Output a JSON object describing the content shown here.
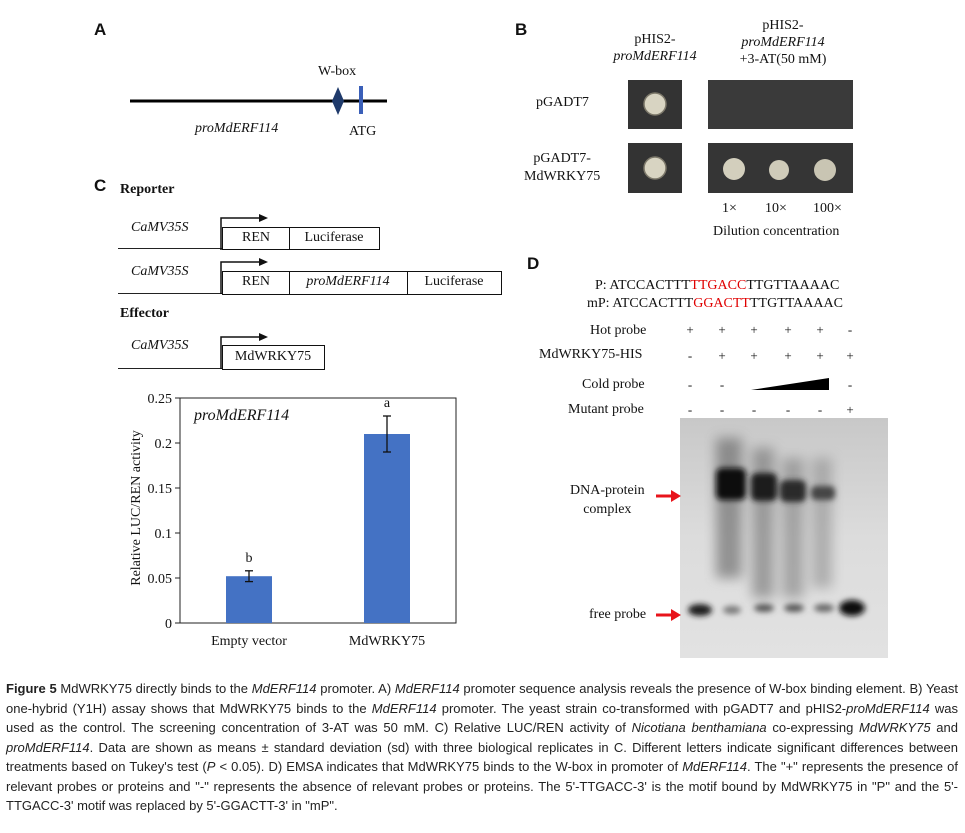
{
  "panels": {
    "A": "A",
    "B": "B",
    "C": "C",
    "D": "D"
  },
  "panel_a": {
    "wbox": "W-box",
    "atg": "ATG",
    "promoter": "proMdERF114"
  },
  "panel_b": {
    "col1_l1": "pHIS2-",
    "col1_l2": "proMdERF114",
    "col2_l1": "pHIS2-",
    "col2_l2": "proMdERF114",
    "col2_l3": "+3-AT(50 mM)",
    "row1": "pGADT7",
    "row2_l1": "pGADT7-",
    "row2_l2": "MdWRKY75",
    "dilutions": [
      "1×",
      "10×",
      "100×"
    ],
    "dilution_label": "Dilution concentration"
  },
  "panel_c": {
    "reporter_label": "Reporter",
    "effector_label": "Effector",
    "promoter": "CaMV35S",
    "rep1": [
      "REN",
      "Luciferase"
    ],
    "rep2": [
      "REN",
      "proMdERF114",
      "Luciferase"
    ],
    "eff": "MdWRKY75"
  },
  "chart_data": {
    "type": "bar",
    "title": "proMdERF114",
    "categories": [
      "Empty vector",
      "MdWRKY75"
    ],
    "values": [
      0.052,
      0.21
    ],
    "errors": [
      0.006,
      0.02
    ],
    "letters": [
      "b",
      "a"
    ],
    "ylabel": "Relative LUC/REN activity",
    "ylim": [
      0,
      0.25
    ],
    "yticks": [
      "0",
      "0.05",
      "0.1",
      "0.15",
      "0.2",
      "0.25"
    ],
    "bar_color": "#4472c4"
  },
  "panel_d": {
    "p_label": "P:",
    "p_pre": "ATCCACTTT",
    "p_motif": "TTGACC",
    "p_post": "TTGTTAAAAC",
    "mp_label": "mP:",
    "mp_pre": "ATCCACTTT",
    "mp_motif": "GGACTT",
    "mp_post": "TTGTTAAAAC",
    "rows": [
      {
        "label": "Hot probe",
        "marks": [
          "+",
          "+",
          "+",
          "+",
          "+",
          "-"
        ]
      },
      {
        "label": "MdWRKY75-HIS",
        "marks": [
          "-",
          "+",
          "+",
          "+",
          "+",
          "+"
        ]
      },
      {
        "label": "Cold probe",
        "marks": [
          "-",
          "-",
          "",
          "",
          "",
          "-"
        ]
      },
      {
        "label": "Mutant probe",
        "marks": [
          "-",
          "-",
          "-",
          "-",
          "-",
          "+"
        ]
      }
    ],
    "complex_label_l1": "DNA-protein",
    "complex_label_l2": "complex",
    "free_label": "free probe",
    "arrow_color": "#e8141b",
    "motif_color": "#e00000"
  },
  "caption": {
    "fig": "Figure 5",
    "text_1": " MdWRKY75 directly binds to the ",
    "gene_1": "MdERF114",
    "text_2": " promoter. A) ",
    "gene_2": "MdERF114",
    "text_3": " promoter sequence analysis reveals the presence of W-box binding element. B) Yeast one-hybrid (Y1H) assay shows that MdWRKY75 binds to the ",
    "gene_3": "MdERF114",
    "text_4": " promoter. The yeast strain co-transformed with pGADT7 and pHIS2-",
    "gene_4": "proMdERF114",
    "text_5": " was used as the control. The screening concentration of 3-AT was 50 mM. C) Relative LUC/REN activity of ",
    "gene_5": "Nicotiana benthamiana",
    "text_6": " co-expressing ",
    "gene_6": "MdWRKY75",
    "text_7": " and ",
    "gene_7": "proMdERF114",
    "text_8": ". Data are shown as means ± standard deviation (sd) with three biological replicates in C. Different letters indicate significant differences between treatments based on Tukey's test (",
    "gene_8": "P",
    "text_9": " < 0.05). D) EMSA indicates that MdWRKY75 binds to the W-box in promoter of ",
    "gene_9": "MdERF114",
    "text_10": ". The \"+\" represents the presence of relevant probes or proteins and \"-\" represents the absence of relevant probes or proteins. The 5'-TTGACC-3' is the motif bound by MdWRKY75 in \"P\" and the 5'-TTGACC-3' motif was replaced by 5'-GGACTT-3' in \"mP\"."
  }
}
